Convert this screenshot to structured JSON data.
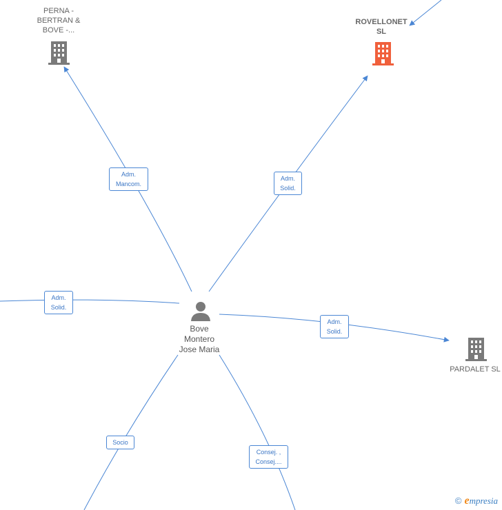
{
  "colors": {
    "edge": "#4a86d4",
    "company_default": "#7a7a7a",
    "company_highlight": "#f0603c",
    "person": "#7a7a7a"
  },
  "nodes": {
    "perna": {
      "label": "PERNA -\nBERTRAN &\nBOVE -...",
      "icon": "building-icon"
    },
    "rovellonet": {
      "label": "ROVELLONET\nSL",
      "icon": "building-icon"
    },
    "pardalet": {
      "label": "PARDALET  SL",
      "icon": "building-icon"
    },
    "person": {
      "label": "Bove\nMontero\nJose Maria",
      "icon": "person-icon"
    }
  },
  "edges": {
    "perna": "Adm.\nMancom.",
    "rovellonet": "Adm.\nSolid.",
    "left": "Adm.\nSolid.",
    "pardalet": "Adm.\nSolid.",
    "socio": "Socio",
    "consej": "Consej. ,\nConsej...."
  },
  "watermark": {
    "copyright": "©",
    "brand_initial": "e",
    "brand_rest": "mpresia"
  }
}
